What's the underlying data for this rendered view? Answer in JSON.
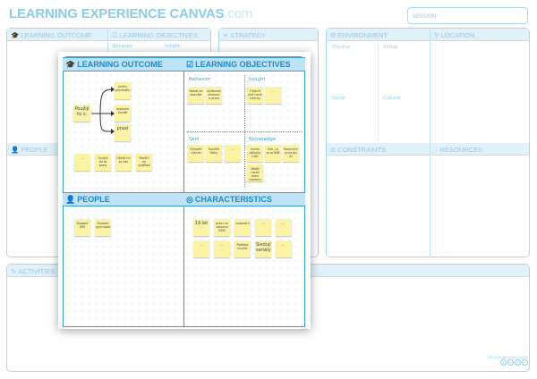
{
  "header": {
    "title": "LEARNING EXPERIENCE CANVAS",
    "title_suffix": ".com",
    "session_label": "SESSION"
  },
  "background": {
    "learning_outcome": "LEARNING OUTCOME",
    "learning_objectives": "LEARNING OBJECTIVES",
    "behavior": "Behavior",
    "insight": "Insight",
    "strategy": "STRATEGY",
    "environment": "ENVIRONMENT",
    "physical": "Physical",
    "virtual": "Virtual",
    "social": "Social",
    "cultural": "Cultural",
    "location": "LOCATION",
    "people": "PEOPLE",
    "constraints": "CONSTRAINTS",
    "resources": "RESOURCES",
    "activities": "ACTIVITIES"
  },
  "overlay": {
    "learning_outcome": {
      "title": "LEARNING OUTCOME",
      "source_note": "Použiji to v:",
      "targets": [
        "jiném předmětu",
        "osobním životě",
        "praxi"
      ],
      "notes": [
        "…",
        "Využiji mi to praxi",
        "Ušetří mi to čas",
        "Rozšíří mi vzdělání"
      ]
    },
    "learning_objectives": {
      "title": "LEARNING OBJECTIVES",
      "behavior": {
        "label": "Behavior",
        "notes": [
          "Nebát se zkoušet",
          "Aplikovat znalosti v praxi"
        ]
      },
      "insight": {
        "label": "Insight",
        "notes": [
          "Objevit jiné nové návrhy",
          "…"
        ]
      },
      "skill": {
        "label": "Skill",
        "notes": [
          "Vytvořit výkres",
          "Rozlišit fotky",
          "…"
        ]
      },
      "knowledge": {
        "label": "Knowledge",
        "notes": [
          "Umím základy CAD",
          "Vím, co je to BIM",
          "Rozumím principu AI",
          "Vědět rozdíl mezi rastrem a vektorem"
        ]
      }
    },
    "people": {
      "title": "PEOPLE",
      "notes": [
        "Student SPŠ",
        "Student gymnázia"
      ]
    },
    "characteristics": {
      "title": "CHARACTERISTICS",
      "notes": [
        "19 let",
        "práci na rozvahu 2005",
        "svobodní",
        "…",
        "…",
        "…",
        "…",
        "Potřeba chválit",
        "Sledují seriály",
        "…"
      ]
    }
  },
  "footer": {
    "credit": "CREATED BY NIELS FLOOR",
    "license_icons": [
      "cc-icon",
      "by-icon",
      "sa-icon",
      "nc-icon"
    ]
  },
  "colors": {
    "accent": "#3a9fd8",
    "light_accent": "#8ccbec",
    "sticky": "#fbf3a3"
  }
}
